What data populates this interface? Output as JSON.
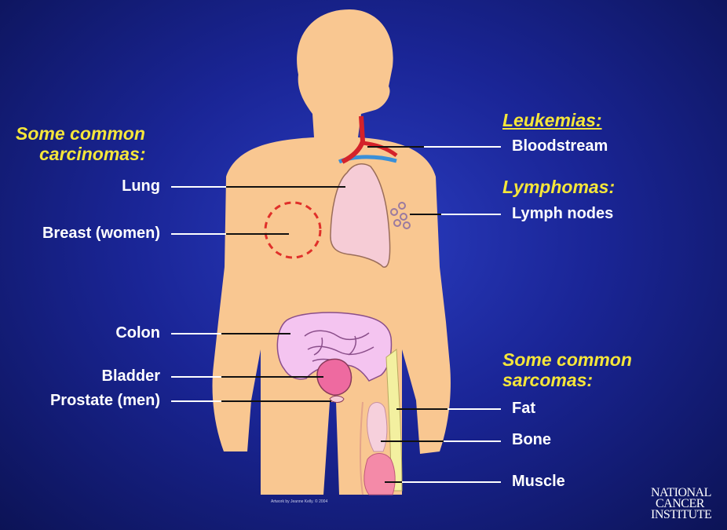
{
  "carcinomas": {
    "heading_line1": "Some common",
    "heading_line2": "carcinomas:",
    "lung": "Lung",
    "breast": "Breast (women)",
    "colon": "Colon",
    "bladder": "Bladder",
    "prostate": "Prostate (men)"
  },
  "leukemias": {
    "heading": "Leukemias:",
    "bloodstream": "Bloodstream"
  },
  "lymphomas": {
    "heading": "Lymphomas:",
    "lymph_nodes": "Lymph nodes"
  },
  "sarcomas": {
    "heading_line1": "Some common",
    "heading_line2": "sarcomas:",
    "fat": "Fat",
    "bone": "Bone",
    "muscle": "Muscle"
  },
  "credit": "Artwork by Jeanne Kelly. © 2004",
  "logo": {
    "line1": "NATIONAL",
    "line2": "CANCER",
    "line3": "INSTITUTE"
  },
  "colors": {
    "background": "#1a2596",
    "skin": "#f9c791",
    "lung": "#f6ccd6",
    "intestine": "#f4c4f0",
    "bladder": "#ee6aa0",
    "heading": "#f5e63a",
    "label": "#ffffff"
  }
}
